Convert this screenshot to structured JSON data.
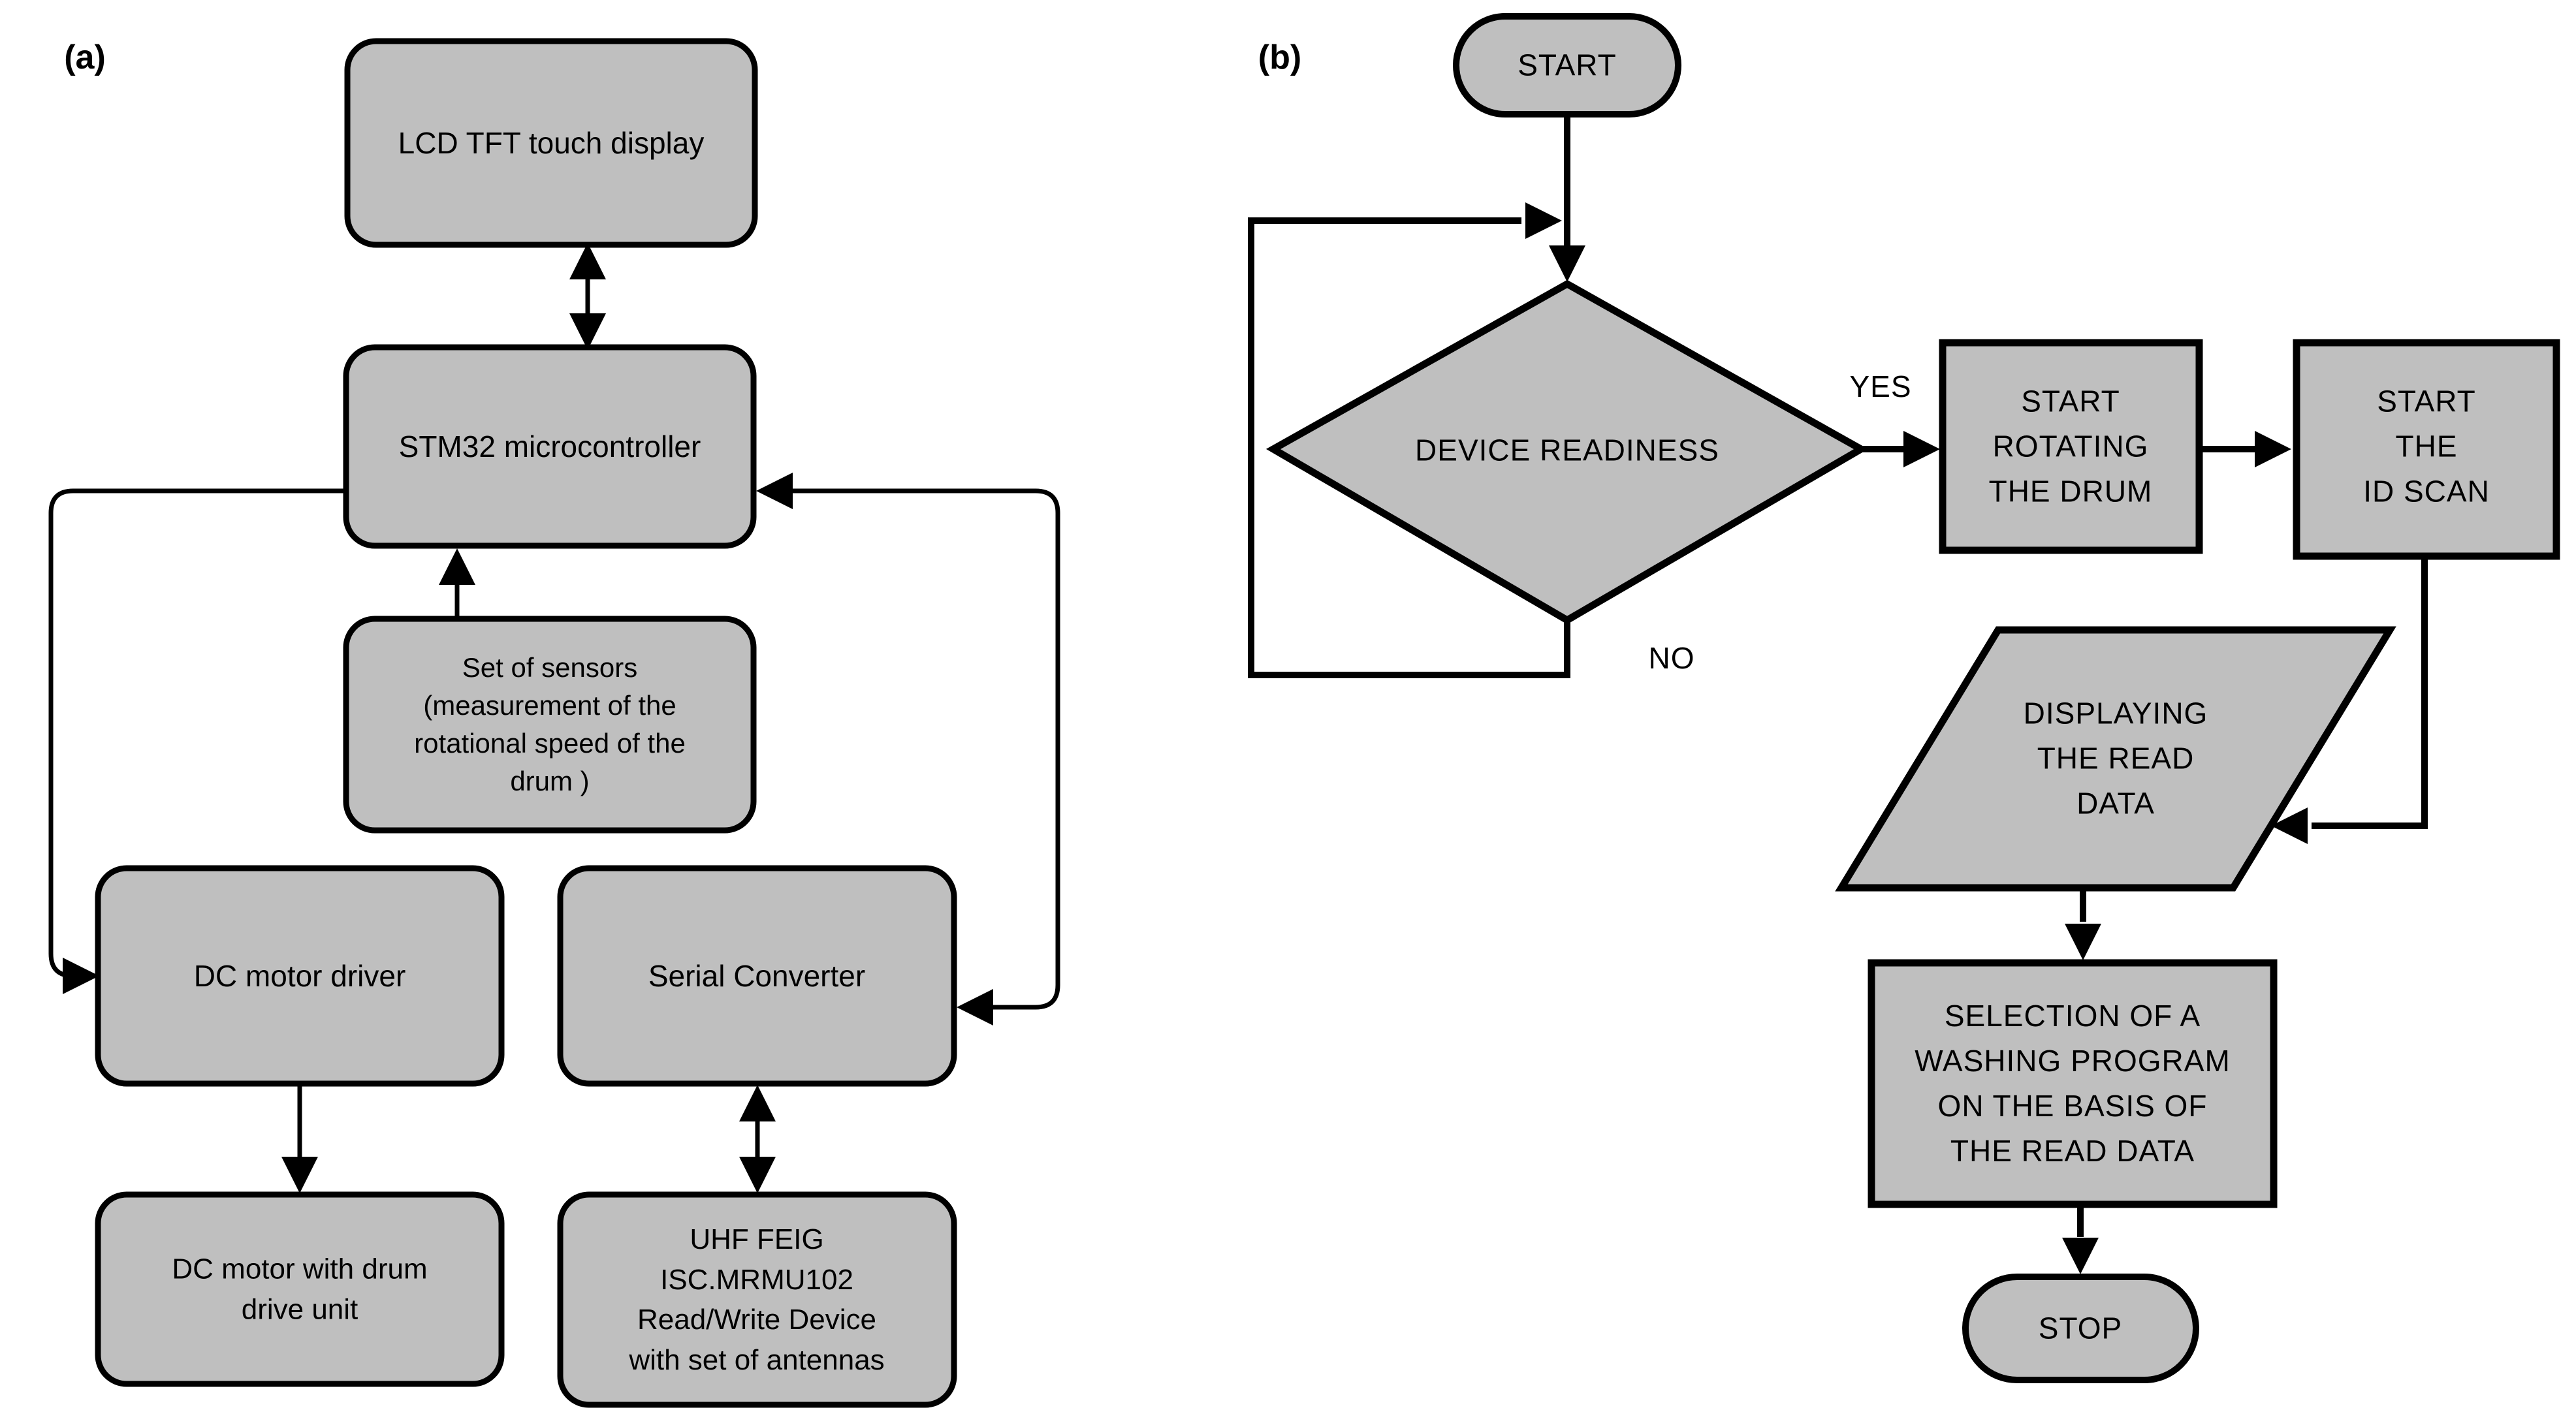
{
  "figure": {
    "type": "flowchart",
    "panel_a": {
      "tag": "(a)",
      "description": "hardware block diagram",
      "nodes": {
        "lcd": "LCD TFT touch display",
        "stm32": "STM32 microcontroller",
        "sensors": "Set of sensors\n(measurement of the\nrotational speed of the\ndrum )",
        "dc_driver": "DC motor driver",
        "serial": "Serial Converter",
        "dc_motor": "DC motor with drum\ndrive unit",
        "uhf": "UHF FEIG\nISC.MRMU102\nRead/Write Device\nwith set of antennas"
      }
    },
    "panel_b": {
      "tag": "(b)",
      "description": "process flowchart",
      "nodes": {
        "start": "START",
        "readiness": "DEVICE READINESS",
        "rotate": "START\nROTATING\nTHE DRUM",
        "idscan": "START THE\nID SCAN",
        "display": "DISPLAYING\nTHE READ\nDATA",
        "selection": "SELECTION OF A\nWASHING PROGRAM\nON THE BASIS OF\nTHE READ DATA",
        "stop": "STOP"
      },
      "edge_labels": {
        "yes": "YES",
        "no": "NO"
      }
    },
    "colors": {
      "node_fill": "#bfbfbf",
      "line": "#000000",
      "background": "#ffffff"
    }
  }
}
